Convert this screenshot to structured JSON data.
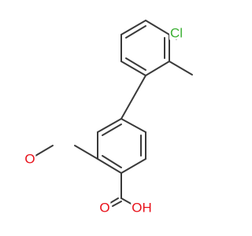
{
  "molecule": {
    "atoms": [
      {
        "id": "cl",
        "label": "Cl",
        "color": "#3cb034"
      },
      {
        "id": "o_methoxy",
        "label": "O",
        "color": "#e8121b"
      },
      {
        "id": "o_carbonyl",
        "label": "O",
        "color": "#e8121b"
      },
      {
        "id": "oh",
        "label": "OH",
        "color": "#e8121b"
      }
    ],
    "bond_color": "#3a3a3a"
  }
}
